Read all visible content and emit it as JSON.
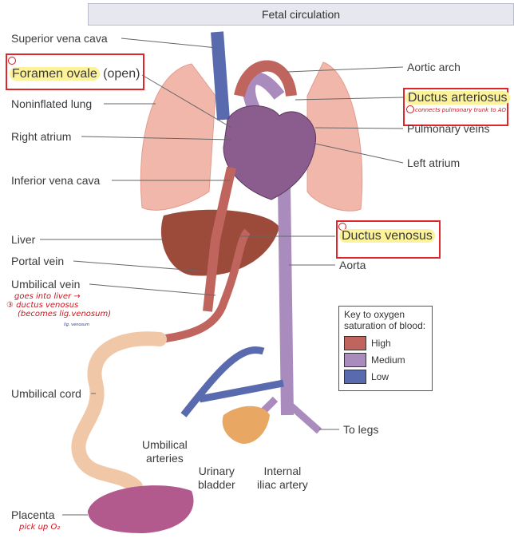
{
  "title": "Fetal circulation",
  "labels": {
    "superior_vena_cava": "Superior vena cava",
    "foramen_ovale": "Foramen ovale",
    "foramen_ovale_suffix": "(open)",
    "noninflated_lung": "Noninflated lung",
    "right_atrium": "Right atrium",
    "inferior_vena_cava": "Inferior vena cava",
    "liver": "Liver",
    "portal_vein": "Portal vein",
    "umbilical_vein": "Umbilical vein",
    "umbilical_cord": "Umbilical cord",
    "umbilical_arteries": "Umbilical\narteries",
    "urinary_bladder": "Urinary\nbladder",
    "internal_iliac_artery": "Internal\niliac artery",
    "placenta": "Placenta",
    "aortic_arch": "Aortic arch",
    "ductus_arteriosus": "Ductus arteriosus",
    "pulmonary_veins": "Pulmonary veins",
    "left_atrium": "Left atrium",
    "ductus_venosus": "Ductus venosus",
    "aorta": "Aorta",
    "to_legs": "To legs"
  },
  "annotations": {
    "ductus_arteriosus_note": "connects pulmonary trunk to AO",
    "umbilical_vein_note_1": "goes into liver →",
    "umbilical_vein_note_2": "③ ductus venosus",
    "umbilical_vein_note_3": "(becomes lig.venosum)",
    "umbilical_vein_note_4": "lig. venosum",
    "placenta_note": "pick up O₂"
  },
  "key": {
    "heading": "Key to oxygen saturation of blood:",
    "items": [
      {
        "label": "High",
        "color": "#c0655e"
      },
      {
        "label": "Medium",
        "color": "#a98bbd"
      },
      {
        "label": "Low",
        "color": "#5a6aae"
      }
    ]
  },
  "colors": {
    "highlight": "#fbf29a",
    "annotation": "#d0131c",
    "lung": "#f2b7ab",
    "liver": "#9c4a3a"
  }
}
